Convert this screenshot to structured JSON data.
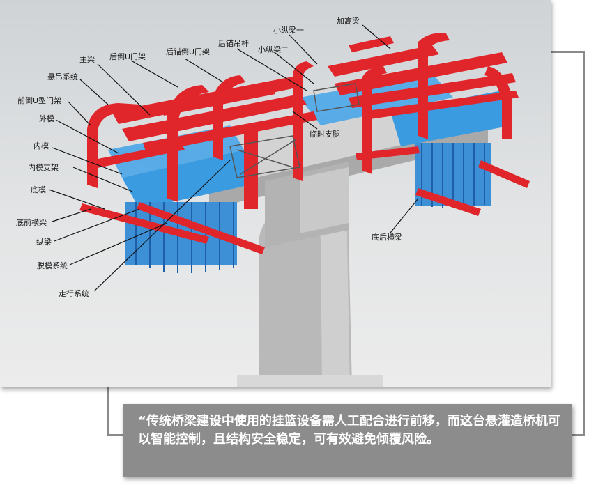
{
  "labels": {
    "main_beam": "主梁",
    "rear_inverted_u_frame": "后倒U门架",
    "rear_anchor_inverted_u_frame": "后锚倒U门架",
    "rear_anchor_hanger": "后锚吊杆",
    "small_longitudinal_beam_1": "小纵梁一",
    "small_longitudinal_beam_2": "小纵梁二",
    "heightening_beam": "加高梁",
    "suspension_system": "悬吊系统",
    "front_inverted_u_frame": "前倒U型门架",
    "outer_formwork": "外模",
    "inner_formwork": "内模",
    "inner_formwork_support": "内模支架",
    "bottom_formwork": "底模",
    "bottom_front_cross_beam": "底前横梁",
    "longitudinal_beam": "纵梁",
    "demolding_system": "脱模系统",
    "travel_system": "走行系统",
    "temporary_support_leg": "临时支腿",
    "bottom_rear_cross_beam": "底后横梁"
  },
  "caption": {
    "text": "“传统桥梁建设中使用的挂篮设备需人工配合进行前移，而这台悬灌造桥机可以智能控制，且结构安全稳定，可有效避免倾覆风险。"
  },
  "colors": {
    "steel_red": "#e0262b",
    "formwork_blue": "#3b9be0",
    "concrete_gray": "#bfbfbf",
    "caption_bg": "#8c8c8c"
  }
}
